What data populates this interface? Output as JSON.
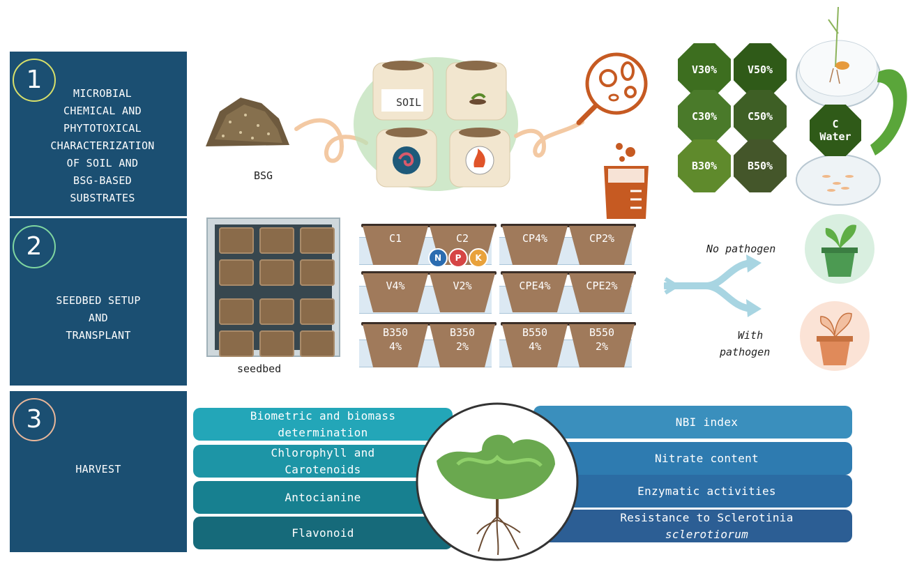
{
  "steps": [
    {
      "number": "1",
      "text": "MICROBIAL\nCHEMICAL  AND\nPHYTOTOXICAL\nCHARACTERIZATION\nOF SOIL AND\nBSG-BASED\nSUBSTRATES"
    },
    {
      "number": "2",
      "text": "SEEDBED SETUP\nAND\nTRANSPLANT"
    },
    {
      "number": "3",
      "text": "HARVEST"
    }
  ],
  "row1": {
    "bsg_label": "BSG",
    "soil_label": "SOIL",
    "octagons": [
      "V30%",
      "V50%",
      "C30%",
      "C50%",
      "B30%",
      "B50%"
    ],
    "control_label_line1": "C",
    "control_label_line2": "Water"
  },
  "row2": {
    "seedbed_label": "seedbed",
    "pots": [
      "C1",
      "C2",
      "CP4%",
      "CP2%",
      "V4%",
      "V2%",
      "CPE4%",
      "CPE2%",
      "B350\n4%",
      "B350\n2%",
      "B550\n4%",
      "B550\n2%"
    ],
    "npk": [
      "N",
      "P",
      "K"
    ],
    "no_pathogen": "No pathogen",
    "with_pathogen_line1": "With",
    "with_pathogen_line2": "pathogen"
  },
  "row3": {
    "left_bars": [
      {
        "line1": "Biometric and biomass",
        "line2": "determination"
      },
      {
        "line1": "Chlorophyll and",
        "line2": "Carotenoids"
      },
      {
        "line1": "Antocianine",
        "line2": ""
      },
      {
        "line1": "Flavonoid",
        "line2": ""
      }
    ],
    "right_bars": [
      {
        "line1": "NBI index",
        "line2": ""
      },
      {
        "line1": "Nitrate content",
        "line2": ""
      },
      {
        "line1": "Enzymatic activities",
        "line2": ""
      },
      {
        "line1": "Resistance to Sclerotinia",
        "line2": "sclerotiorum"
      }
    ]
  },
  "colors": {
    "step_bg": "#1b4f72",
    "oct_v": "#3d6e1f",
    "oct_c": "#4a7a2a",
    "oct_b": "#5f8a2c",
    "left_bar_1": "#23a6b8",
    "left_bar_2": "#1d95a6",
    "left_bar_3": "#178090",
    "left_bar_4": "#166a7a",
    "right_bar_1": "#3a8fbd",
    "right_bar_2": "#2e7bb0",
    "right_bar_3": "#2b6ca3",
    "right_bar_4": "#2c5e94"
  }
}
